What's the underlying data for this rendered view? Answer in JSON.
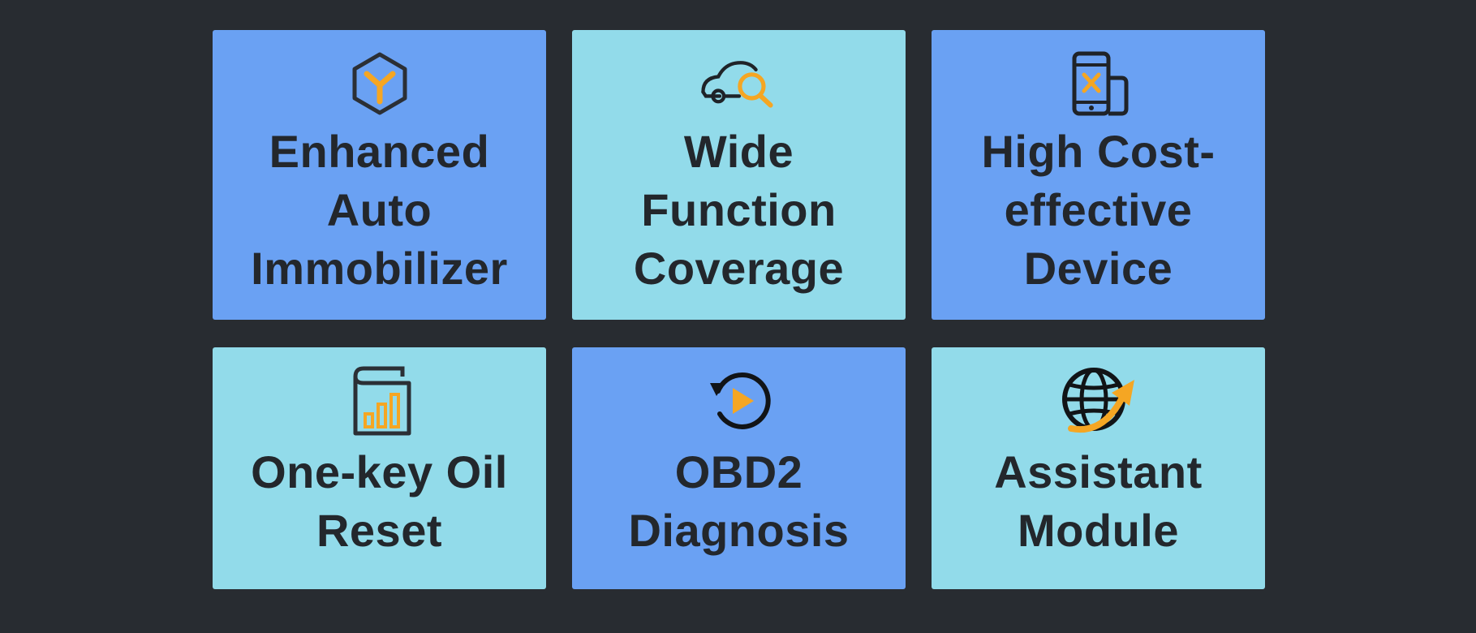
{
  "colors": {
    "background": "#282c31",
    "card_blue": "#6aa1f3",
    "card_cyan": "#92dbea",
    "text": "#23272c",
    "icon_dark": "#2b2f35",
    "icon_accent": "#f5a623"
  },
  "features": [
    {
      "label": "Enhanced\nAuto\nImmobilizer",
      "icon": "immobilizer-cube-icon",
      "color": "blue"
    },
    {
      "label": "Wide\nFunction\nCoverage",
      "icon": "car-search-icon",
      "color": "cyan"
    },
    {
      "label": "High Cost-\neffective\nDevice",
      "icon": "mobile-tools-icon",
      "color": "blue"
    },
    {
      "label": "One-key Oil\nReset",
      "icon": "oil-reset-chart-icon",
      "color": "cyan"
    },
    {
      "label": "OBD2\nDiagnosis",
      "icon": "replay-play-icon",
      "color": "blue"
    },
    {
      "label": "Assistant\nModule",
      "icon": "globe-arrow-icon",
      "color": "cyan"
    }
  ]
}
